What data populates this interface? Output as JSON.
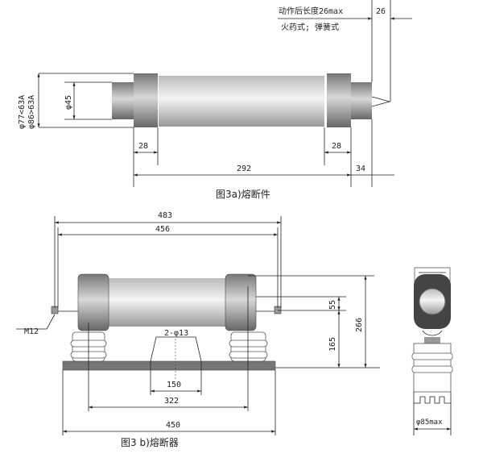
{
  "fuse_link": {
    "caption": "图3a)熔断件",
    "note_line1": "动作后长度26max",
    "note_line2": "火药式; 弹簧式",
    "dims": {
      "striker": "26",
      "dia_outer": "φ77<63A",
      "dia_outer2": "φ86>63A",
      "dia_inner": "φ45",
      "cap_left": "28",
      "cap_right": "28",
      "length": "292",
      "end": "34"
    }
  },
  "fuse_base": {
    "caption": "图3 b)熔断器",
    "dims": {
      "overall": "483",
      "bolts": "456",
      "bolt_label": "M12",
      "holes": "2-φ13",
      "hole_spacing": "150",
      "insulator_spacing": "322",
      "base_length": "450",
      "h_55": "55",
      "h_165": "165",
      "h_266": "266",
      "side_width": "φ85max"
    }
  }
}
